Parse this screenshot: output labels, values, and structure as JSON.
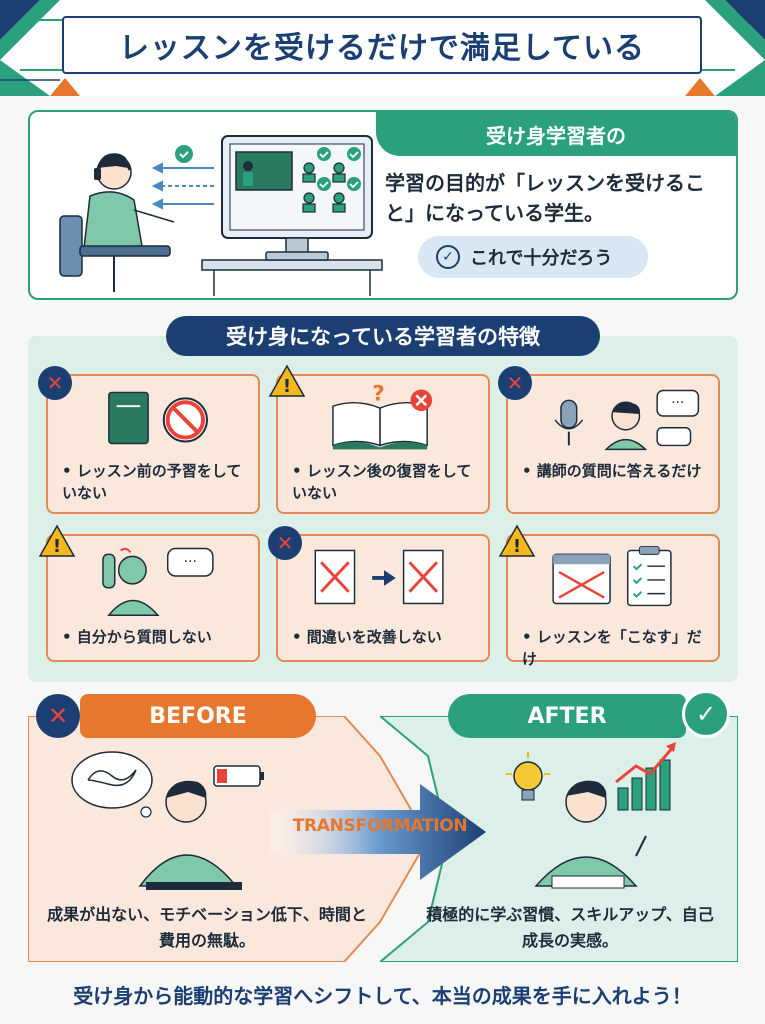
{
  "header": {
    "title": "レッスンを受けるだけで満足している"
  },
  "intro": {
    "tab_label": "受け身学習者の",
    "description": "学習の目的が「レッスンを受けること」になっている学生。",
    "thought": "これで十分だろう"
  },
  "features": {
    "title": "受け身になっている学習者の特徴",
    "items": [
      {
        "text": "• レッスン前の予習をしていない",
        "badge": "x"
      },
      {
        "text": "• レッスン後の復習をしていない",
        "badge": "warning"
      },
      {
        "text": "• 講師の質問に答えるだけ",
        "badge": "x"
      },
      {
        "text": "• 自分から質問しない",
        "badge": "warning"
      },
      {
        "text": "• 間違いを改善しない",
        "badge": "x"
      },
      {
        "text": "• レッスンを「こなす」だけ",
        "badge": "warning"
      }
    ]
  },
  "before": {
    "label": "BEFORE",
    "text": "成果が出ない、モチベーション低下、時間と費用の無駄。"
  },
  "transformation": "TRANSFORMATION",
  "after": {
    "label": "AFTER",
    "text": "積極的に学ぶ習慣、スキルアップ、自己成長の実感。"
  },
  "footer": "受け身から能動的な学習へシフトして、本当の成果を手に入れよう！",
  "colors": {
    "navy": "#1c3f73",
    "green": "#2aa17c",
    "orange": "#e8772e",
    "peach": "#fbe8dc",
    "mint": "#dcefe8",
    "red": "#e8443a"
  }
}
